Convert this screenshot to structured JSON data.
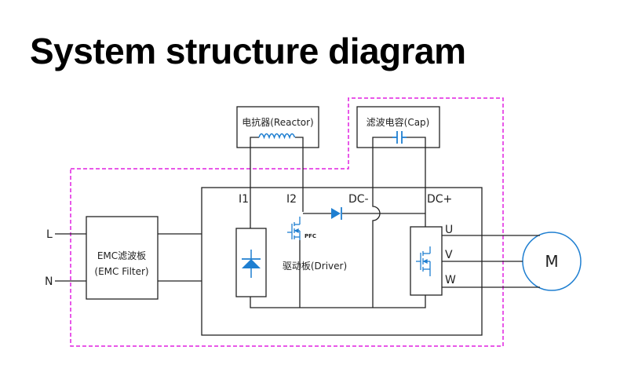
{
  "title": "System structure diagram",
  "colors": {
    "line": "#222222",
    "accent": "#1f7fd1",
    "boundary": "#e020e0"
  },
  "labels": {
    "reactor": "电抗器(Reactor)",
    "cap": "滤波电容(Cap)",
    "emc_line1": "EMC滤波板",
    "emc_line2": "(EMC Filter)",
    "driver": "驱动板(Driver)",
    "pfc": "PFC",
    "input_l": "L",
    "input_n": "N",
    "i1": "I1",
    "i2": "I2",
    "dc_minus": "DC-",
    "dc_plus": "DC+",
    "u": "U",
    "v": "V",
    "w": "W",
    "motor": "M"
  },
  "icons": [
    "inductor-icon",
    "capacitor-icon",
    "diode-icon",
    "mosfet-icon",
    "rectifier-icon",
    "inverter-icon"
  ]
}
